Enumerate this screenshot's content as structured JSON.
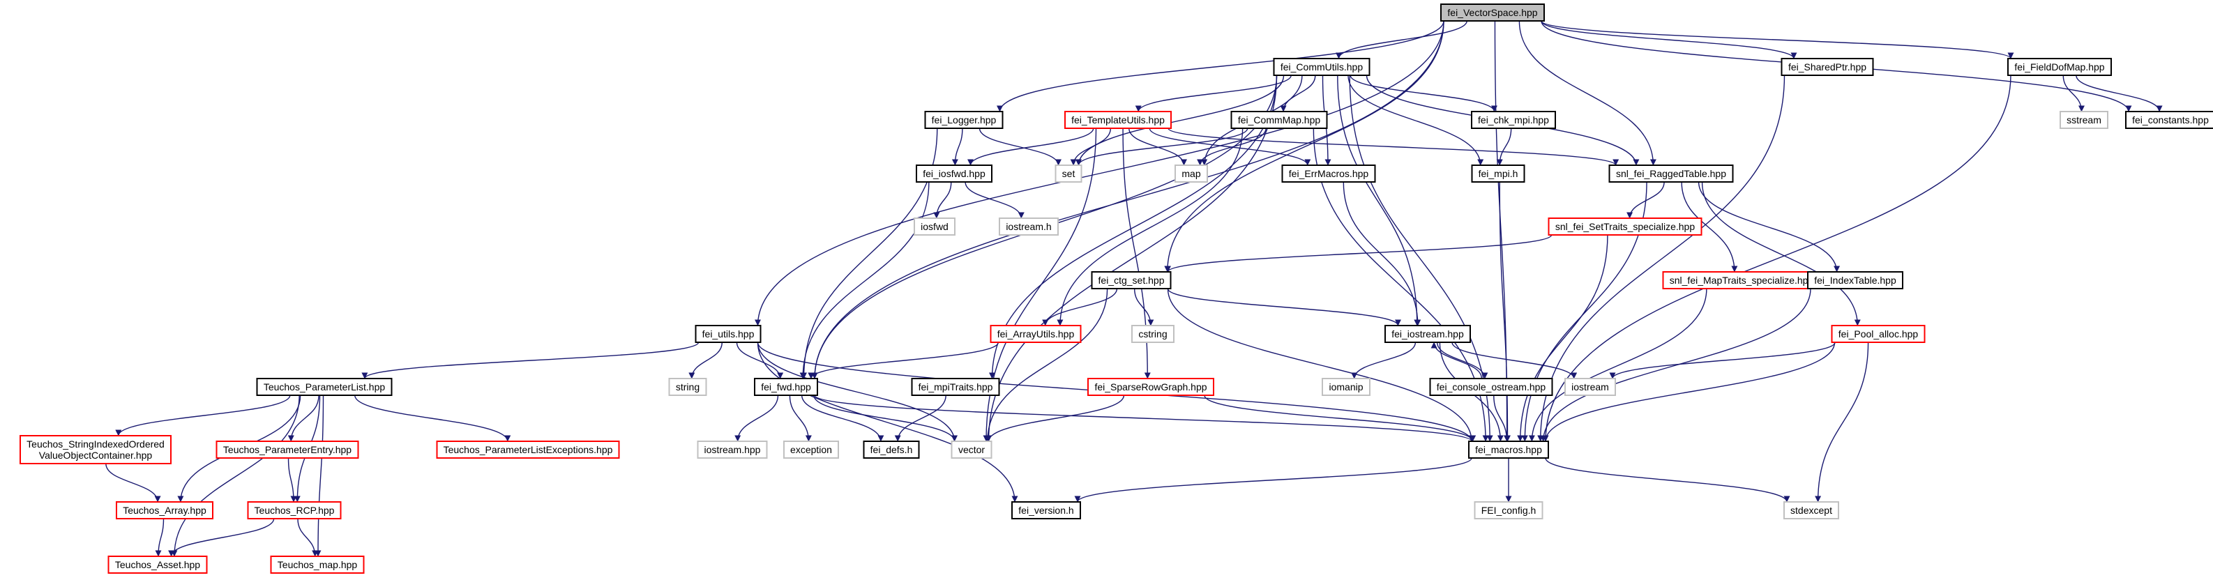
{
  "diagram": {
    "colors": {
      "edge": "#191970",
      "arrowhead": "#191970",
      "background": "#ffffff",
      "root_fill": "#bfbfbf",
      "root_border": "#000000",
      "documented_border": "#000000",
      "red_border": "#ff0000",
      "external_border": "#c0c0c0",
      "text": "#000000"
    },
    "nodes": [
      {
        "id": "root",
        "label": "fei_VectorSpace.hpp",
        "kind": "root"
      },
      {
        "id": "commutils",
        "label": "fei_CommUtils.hpp",
        "kind": "black"
      },
      {
        "id": "sharedptr",
        "label": "fei_SharedPtr.hpp",
        "kind": "black"
      },
      {
        "id": "fielddofmap",
        "label": "fei_FieldDofMap.hpp",
        "kind": "black"
      },
      {
        "id": "logger",
        "label": "fei_Logger.hpp",
        "kind": "black"
      },
      {
        "id": "templateutils",
        "label": "fei_TemplateUtils.hpp",
        "kind": "red"
      },
      {
        "id": "commmap",
        "label": "fei_CommMap.hpp",
        "kind": "black"
      },
      {
        "id": "chkmpi",
        "label": "fei_chk_mpi.hpp",
        "kind": "black"
      },
      {
        "id": "sstream",
        "label": "sstream",
        "kind": "external"
      },
      {
        "id": "constants",
        "label": "fei_constants.hpp",
        "kind": "black"
      },
      {
        "id": "iosfwd_hpp",
        "label": "fei_iosfwd.hpp",
        "kind": "black"
      },
      {
        "id": "set",
        "label": "set",
        "kind": "external"
      },
      {
        "id": "map",
        "label": "map",
        "kind": "external"
      },
      {
        "id": "errmacros",
        "label": "fei_ErrMacros.hpp",
        "kind": "black"
      },
      {
        "id": "mpih",
        "label": "fei_mpi.h",
        "kind": "black"
      },
      {
        "id": "raggedtable",
        "label": "snl_fei_RaggedTable.hpp",
        "kind": "black"
      },
      {
        "id": "iosfwd",
        "label": "iosfwd",
        "kind": "external"
      },
      {
        "id": "iostreamh",
        "label": "iostream.h",
        "kind": "external"
      },
      {
        "id": "settraits",
        "label": "snl_fei_SetTraits_specialize.hpp",
        "kind": "red"
      },
      {
        "id": "ctgset",
        "label": "fei_ctg_set.hpp",
        "kind": "black"
      },
      {
        "id": "maptraits",
        "label": "snl_fei_MapTraits_specialize.hpp",
        "kind": "red"
      },
      {
        "id": "indextable",
        "label": "fei_IndexTable.hpp",
        "kind": "black"
      },
      {
        "id": "utils",
        "label": "fei_utils.hpp",
        "kind": "black"
      },
      {
        "id": "arrayutils",
        "label": "fei_ArrayUtils.hpp",
        "kind": "red"
      },
      {
        "id": "cstring",
        "label": "cstring",
        "kind": "external"
      },
      {
        "id": "iostream_hpp",
        "label": "fei_iostream.hpp",
        "kind": "black"
      },
      {
        "id": "poolalloc",
        "label": "fei_Pool_alloc.hpp",
        "kind": "red"
      },
      {
        "id": "paramlist",
        "label": "Teuchos_ParameterList.hpp",
        "kind": "black"
      },
      {
        "id": "string",
        "label": "string",
        "kind": "external"
      },
      {
        "id": "fwd",
        "label": "fei_fwd.hpp",
        "kind": "black"
      },
      {
        "id": "mpitraits",
        "label": "fei_mpiTraits.hpp",
        "kind": "black"
      },
      {
        "id": "sparserowgraph",
        "label": "fei_SparseRowGraph.hpp",
        "kind": "red"
      },
      {
        "id": "iomanip",
        "label": "iomanip",
        "kind": "external"
      },
      {
        "id": "consoleostream",
        "label": "fei_console_ostream.hpp",
        "kind": "black"
      },
      {
        "id": "iostream",
        "label": "iostream",
        "kind": "external"
      },
      {
        "id": "stringindexed",
        "label": "Teuchos_StringIndexedOrdered\nValueObjectContainer.hpp",
        "kind": "red"
      },
      {
        "id": "paramentry",
        "label": "Teuchos_ParameterEntry.hpp",
        "kind": "red"
      },
      {
        "id": "paramlistexc",
        "label": "Teuchos_ParameterListExceptions.hpp",
        "kind": "red"
      },
      {
        "id": "iostreamhpp",
        "label": "iostream.hpp",
        "kind": "external"
      },
      {
        "id": "exception",
        "label": "exception",
        "kind": "external"
      },
      {
        "id": "defs",
        "label": "fei_defs.h",
        "kind": "black"
      },
      {
        "id": "vector",
        "label": "vector",
        "kind": "external"
      },
      {
        "id": "macros",
        "label": "fei_macros.hpp",
        "kind": "black"
      },
      {
        "id": "tarray",
        "label": "Teuchos_Array.hpp",
        "kind": "red"
      },
      {
        "id": "rcp",
        "label": "Teuchos_RCP.hpp",
        "kind": "red"
      },
      {
        "id": "version",
        "label": "fei_version.h",
        "kind": "black"
      },
      {
        "id": "feiconfig",
        "label": "FEI_config.h",
        "kind": "external"
      },
      {
        "id": "stdexcept",
        "label": "stdexcept",
        "kind": "external"
      },
      {
        "id": "tasset",
        "label": "Teuchos_Asset.hpp",
        "kind": "red"
      },
      {
        "id": "tmap",
        "label": "Teuchos_map.hpp",
        "kind": "red"
      }
    ],
    "edges": [
      [
        "root",
        "commutils"
      ],
      [
        "root",
        "sharedptr"
      ],
      [
        "root",
        "fielddofmap"
      ],
      [
        "root",
        "logger"
      ],
      [
        "root",
        "utils"
      ],
      [
        "root",
        "fwd"
      ],
      [
        "root",
        "constants"
      ],
      [
        "root",
        "raggedtable"
      ],
      [
        "root",
        "ctgset"
      ],
      [
        "root",
        "macros"
      ],
      [
        "commutils",
        "templateutils"
      ],
      [
        "commutils",
        "commmap"
      ],
      [
        "commutils",
        "chkmpi"
      ],
      [
        "commutils",
        "set"
      ],
      [
        "commutils",
        "map"
      ],
      [
        "commutils",
        "errmacros"
      ],
      [
        "commutils",
        "mpih"
      ],
      [
        "commutils",
        "raggedtable"
      ],
      [
        "commutils",
        "iostream_hpp"
      ],
      [
        "commutils",
        "macros"
      ],
      [
        "commutils",
        "vector"
      ],
      [
        "commutils",
        "mpitraits"
      ],
      [
        "commutils",
        "fwd"
      ],
      [
        "sharedptr",
        "macros"
      ],
      [
        "fielddofmap",
        "sstream"
      ],
      [
        "fielddofmap",
        "constants"
      ],
      [
        "fielddofmap",
        "macros"
      ],
      [
        "logger",
        "iosfwd_hpp"
      ],
      [
        "logger",
        "set"
      ],
      [
        "logger",
        "fwd"
      ],
      [
        "templateutils",
        "set"
      ],
      [
        "templateutils",
        "map"
      ],
      [
        "templateutils",
        "iosfwd_hpp"
      ],
      [
        "templateutils",
        "errmacros"
      ],
      [
        "templateutils",
        "raggedtable"
      ],
      [
        "templateutils",
        "vector"
      ],
      [
        "templateutils",
        "sparserowgraph"
      ],
      [
        "commmap",
        "set"
      ],
      [
        "commmap",
        "map"
      ],
      [
        "commmap",
        "arrayutils"
      ],
      [
        "commmap",
        "macros"
      ],
      [
        "chkmpi",
        "mpih"
      ],
      [
        "iosfwd_hpp",
        "iosfwd"
      ],
      [
        "iosfwd_hpp",
        "iostreamh"
      ],
      [
        "iosfwd_hpp",
        "fwd"
      ],
      [
        "errmacros",
        "iostream_hpp"
      ],
      [
        "mpih",
        "macros"
      ],
      [
        "raggedtable",
        "settraits"
      ],
      [
        "raggedtable",
        "maptraits"
      ],
      [
        "raggedtable",
        "indextable"
      ],
      [
        "raggedtable",
        "poolalloc"
      ],
      [
        "raggedtable",
        "macros"
      ],
      [
        "settraits",
        "ctgset"
      ],
      [
        "settraits",
        "macros"
      ],
      [
        "ctgset",
        "arrayutils"
      ],
      [
        "ctgset",
        "cstring"
      ],
      [
        "ctgset",
        "iostream_hpp"
      ],
      [
        "ctgset",
        "vector"
      ],
      [
        "ctgset",
        "macros"
      ],
      [
        "maptraits",
        "macros"
      ],
      [
        "indextable",
        "macros"
      ],
      [
        "poolalloc",
        "iostream"
      ],
      [
        "poolalloc",
        "macros"
      ],
      [
        "poolalloc",
        "stdexcept"
      ],
      [
        "utils",
        "paramlist"
      ],
      [
        "utils",
        "string"
      ],
      [
        "utils",
        "fwd"
      ],
      [
        "utils",
        "vector"
      ],
      [
        "utils",
        "macros"
      ],
      [
        "utils",
        "version"
      ],
      [
        "arrayutils",
        "fwd"
      ],
      [
        "iostream_hpp",
        "iomanip"
      ],
      [
        "iostream_hpp",
        "consoleostream"
      ],
      [
        "iostream_hpp",
        "iostream"
      ],
      [
        "iostream_hpp",
        "macros"
      ],
      [
        "consoleostream",
        "iostream_hpp"
      ],
      [
        "consoleostream",
        "macros"
      ],
      [
        "paramlist",
        "stringindexed"
      ],
      [
        "paramlist",
        "paramentry"
      ],
      [
        "paramlist",
        "paramlistexc"
      ],
      [
        "paramlist",
        "tarray"
      ],
      [
        "paramlist",
        "rcp"
      ],
      [
        "paramlist",
        "tasset"
      ],
      [
        "paramlist",
        "tmap"
      ],
      [
        "fwd",
        "iostreamhpp"
      ],
      [
        "fwd",
        "exception"
      ],
      [
        "fwd",
        "defs"
      ],
      [
        "fwd",
        "vector"
      ],
      [
        "fwd",
        "macros"
      ],
      [
        "mpitraits",
        "defs"
      ],
      [
        "sparserowgraph",
        "vector"
      ],
      [
        "sparserowgraph",
        "macros"
      ],
      [
        "stringindexed",
        "tarray"
      ],
      [
        "paramentry",
        "rcp"
      ],
      [
        "tarray",
        "tasset"
      ],
      [
        "rcp",
        "tasset"
      ],
      [
        "rcp",
        "tmap"
      ],
      [
        "macros",
        "version"
      ],
      [
        "macros",
        "feiconfig"
      ],
      [
        "macros",
        "stdexcept"
      ]
    ]
  }
}
